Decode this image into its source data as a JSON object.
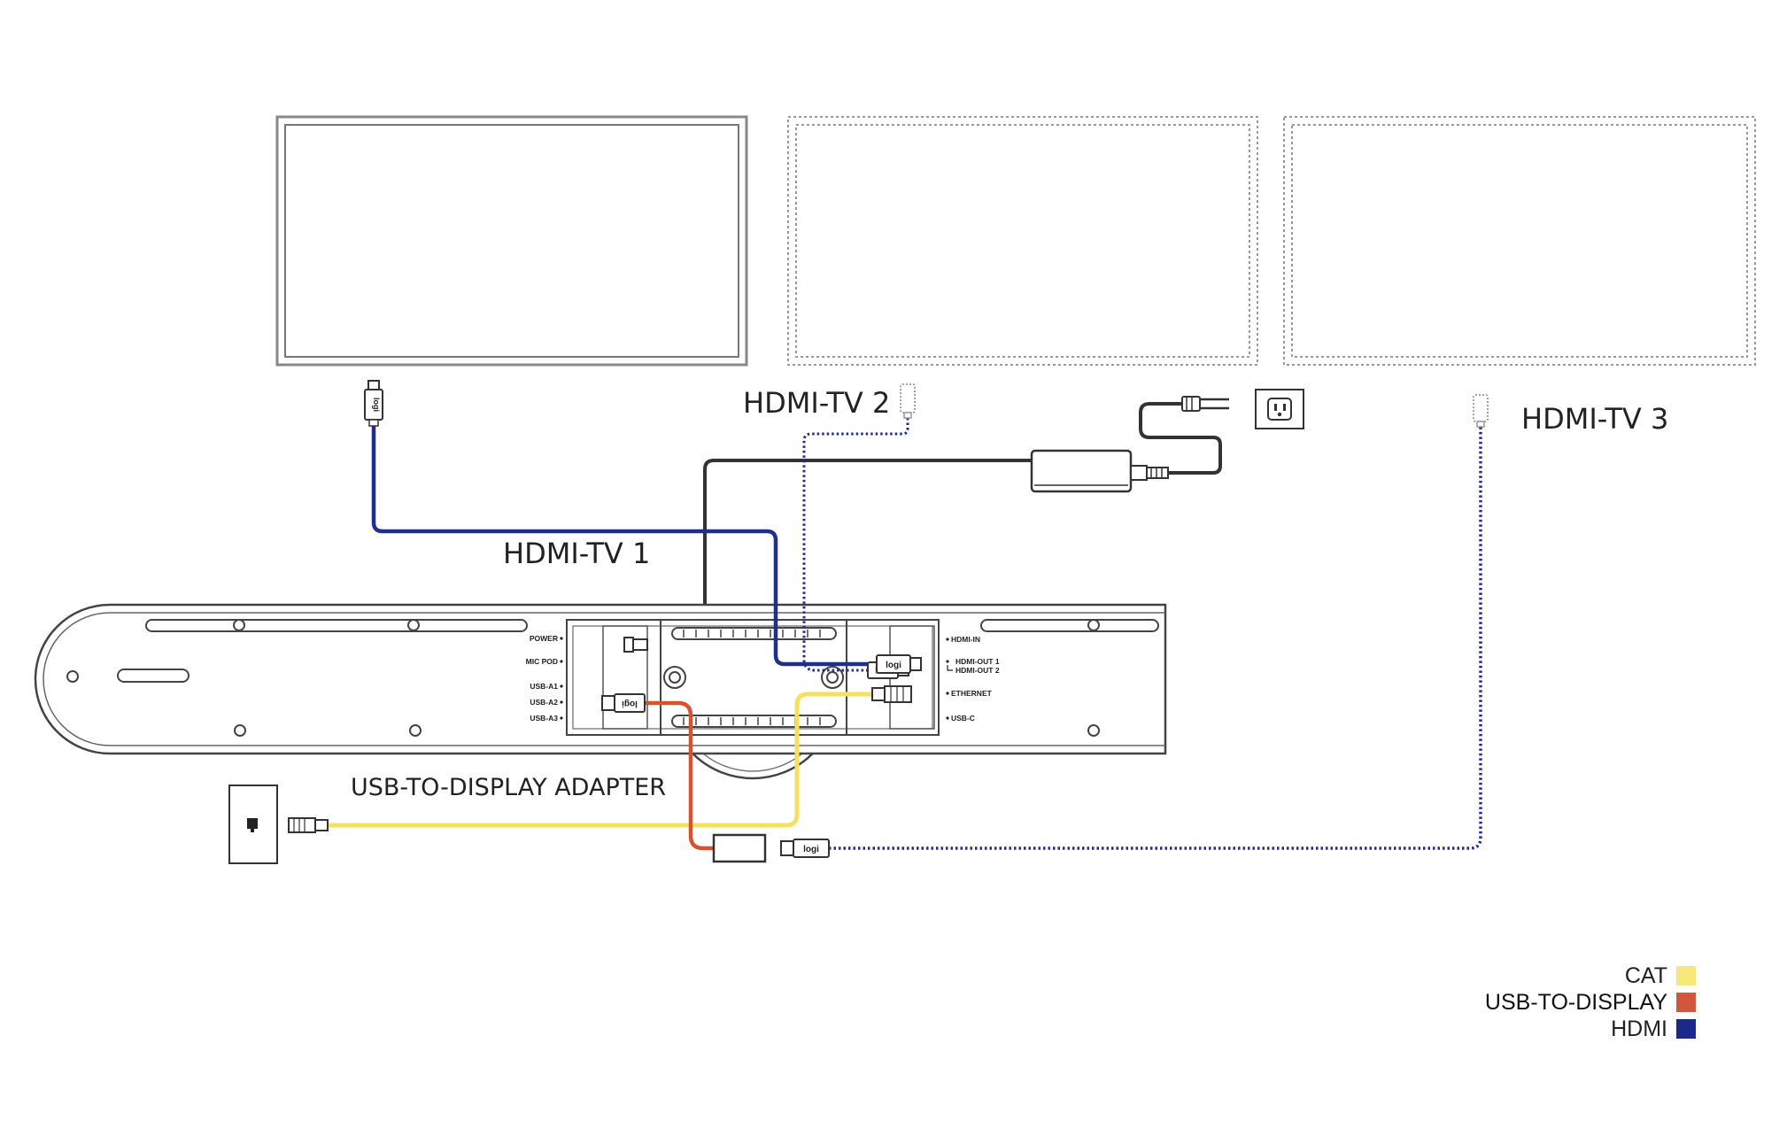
{
  "labels": {
    "hdmi_tv1": "HDMI-TV 1",
    "hdmi_tv2": "HDMI-TV 2",
    "hdmi_tv3": "HDMI-TV 3",
    "usb_adapter": "USB-TO-DISPLAY ADAPTER"
  },
  "ports_left": {
    "power": "POWER",
    "mic_pod": "MIC POD",
    "usb_a1": "USB-A1",
    "usb_a2": "USB-A2",
    "usb_a3": "USB-A3"
  },
  "ports_right": {
    "hdmi_in": "HDMI-IN",
    "hdmi_out1": "HDMI-OUT 1",
    "hdmi_out2": "HDMI-OUT 2",
    "ethernet": "ETHERNET",
    "usb_c": "USB-C"
  },
  "connector_brand": "logi",
  "legend": [
    {
      "label": "CAT",
      "color": "#f8e77a"
    },
    {
      "label": "USB-TO-DISPLAY",
      "color": "#d0573a"
    },
    {
      "label": "HDMI",
      "color": "#1b2a8a"
    }
  ],
  "colors": {
    "cat": "#f5e160",
    "usb_display": "#d7522e",
    "hdmi": "#1f2e8f",
    "power": "#333333"
  }
}
